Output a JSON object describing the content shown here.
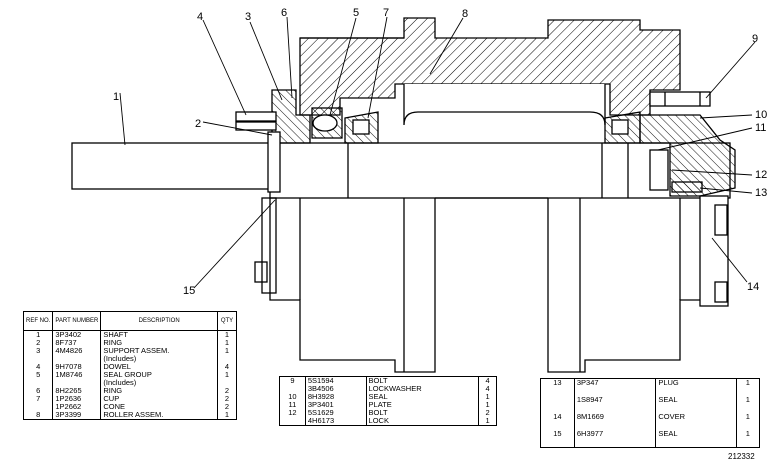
{
  "drawing_number": "212332",
  "callouts": [
    "1",
    "2",
    "3",
    "4",
    "5",
    "6",
    "7",
    "8",
    "9",
    "10",
    "11",
    "12",
    "13",
    "14",
    "15"
  ],
  "parts_table": {
    "headers": {
      "ref": "REF NO.",
      "part": "PART NUMBER",
      "desc": "DESCRIPTION",
      "qty": "QTY"
    },
    "rows": [
      {
        "ref": "1",
        "part": "3P3402",
        "desc": "SHAFT",
        "qty": "1"
      },
      {
        "ref": "2",
        "part": "8F737",
        "desc": "RING",
        "qty": "1"
      },
      {
        "ref": "3",
        "part": "4M4826",
        "desc": "SUPPORT ASSEM.",
        "qty": "1"
      },
      {
        "ref": "",
        "part": "",
        "desc": "(Includes)",
        "qty": ""
      },
      {
        "ref": "4",
        "part": "9H7078",
        "desc": "DOWEL",
        "qty": "4"
      },
      {
        "ref": "5",
        "part": "1M8746",
        "desc": "SEAL GROUP",
        "qty": "1"
      },
      {
        "ref": "",
        "part": "",
        "desc": "(Includes)",
        "qty": ""
      },
      {
        "ref": "6",
        "part": "8H2265",
        "desc": "RING",
        "qty": "2"
      },
      {
        "ref": "7",
        "part": "1P2636",
        "desc": "CUP",
        "qty": "2"
      },
      {
        "ref": "",
        "part": "1P2662",
        "desc": "CONE",
        "qty": "2"
      },
      {
        "ref": "8",
        "part": "3P3399",
        "desc": "ROLLER ASSEM.",
        "qty": "1"
      }
    ]
  },
  "parts_table_mid": {
    "rows": [
      {
        "ref": "9",
        "part": "5S1594",
        "desc": "BOLT",
        "qty": "4"
      },
      {
        "ref": "",
        "part": "3B4506",
        "desc": "LOCKWASHER",
        "qty": "4"
      },
      {
        "ref": "10",
        "part": "8H3928",
        "desc": "SEAL",
        "qty": "1"
      },
      {
        "ref": "11",
        "part": "3P3401",
        "desc": "PLATE",
        "qty": "1"
      },
      {
        "ref": "12",
        "part": "5S1629",
        "desc": "BOLT",
        "qty": "2"
      },
      {
        "ref": "",
        "part": "4H6173",
        "desc": "LOCK",
        "qty": "1"
      }
    ]
  },
  "parts_table_right": {
    "rows": [
      {
        "ref": "13",
        "part": "3P347",
        "desc": "PLUG",
        "qty": "1"
      },
      {
        "ref": "",
        "part": "1S8947",
        "desc": "SEAL",
        "qty": "1"
      },
      {
        "ref": "14",
        "part": "8M1669",
        "desc": "COVER",
        "qty": "1"
      },
      {
        "ref": "15",
        "part": "6H3977",
        "desc": "SEAL",
        "qty": "1"
      }
    ]
  }
}
